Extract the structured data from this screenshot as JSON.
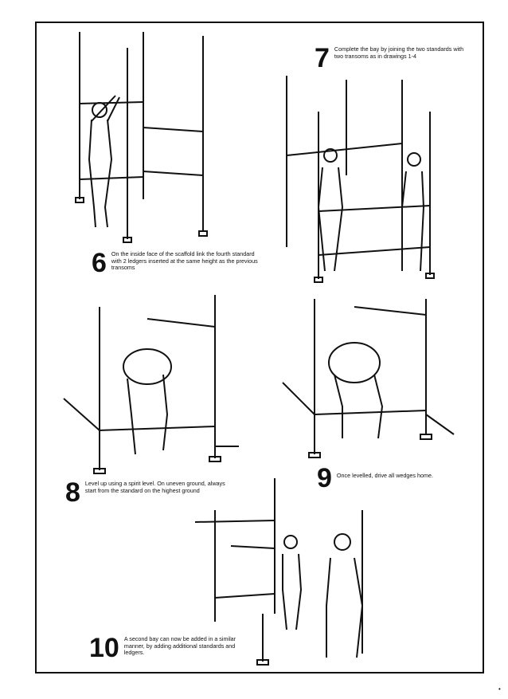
{
  "steps": [
    {
      "number": "6",
      "text": "On the inside face of the scaffold link the fourth standard with 2 ledgers inserted at the same height as the previous transoms"
    },
    {
      "number": "7",
      "text": "Complete the bay by joining the two standards with two transoms as in drawings 1-4"
    },
    {
      "number": "8",
      "text": "Level up using a spirit level. On uneven ground, always start from the standard on the highest ground"
    },
    {
      "number": "9",
      "text": "Once levelled, drive all wedges home."
    },
    {
      "number": "10",
      "text": "A second bay can now be added in a similar manner, by adding additional standards and ledgers."
    }
  ],
  "corner_mark": "•"
}
